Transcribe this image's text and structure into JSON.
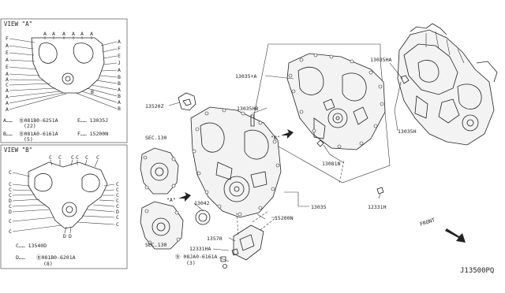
{
  "view_a": {
    "title": "VIEW \"A\"",
    "top_letters": [
      "A",
      "A",
      "A",
      "A",
      "A",
      "A"
    ],
    "left_letters": [
      "F",
      "A",
      "E",
      "A",
      "E",
      "A",
      "A",
      "C",
      "A",
      "A",
      "A",
      "A"
    ],
    "right_letters": [
      "A",
      "F",
      "E",
      "J",
      "A",
      "B",
      "B",
      "A",
      "B",
      "A",
      "B"
    ],
    "legend": {
      "a": "A……",
      "a_part": "Ⓑ081B0-6251A",
      "a_qty": "(22)",
      "b": "B……",
      "b_part": "Ⓑ081A0-6161A",
      "b_qty": "(5)",
      "e": "E…… 13035J",
      "f": "F…… 15200N"
    }
  },
  "view_b": {
    "title": "VIEW \"B\"",
    "top_letters": [
      "C",
      "C",
      "C",
      "C",
      "C",
      "C"
    ],
    "left_letters": [
      "C",
      "C",
      "C",
      "C",
      "D",
      "C",
      "D",
      "C",
      "C"
    ],
    "right_letters": [
      "C",
      "C",
      "C",
      "C",
      "C",
      "D",
      "C",
      "C"
    ],
    "bottom_letters": [
      "D",
      "D"
    ],
    "legend": {
      "c": "C…… 13540D",
      "d": "D……",
      "d_part": "Ⓑ081B0-6201A",
      "d_qty": "(8)"
    }
  },
  "labels": {
    "p13035ha": "13035HA",
    "p13035a": "13035+A",
    "p13035hb": "13035HB",
    "p13520z": "13520Z",
    "sec130_top": "SEC.130",
    "p13035h": "13035H",
    "view_b_marker": "\"B\"",
    "p13081n": "13081N",
    "view_a_marker": "\"A\"",
    "p13042": "13042",
    "p13035": "13035",
    "p12331h": "12331H",
    "p15200n": "15200N",
    "sec130_bottom": "SEC.130",
    "p13570": "13570",
    "p12331ha": "12331HA",
    "bolt": "Ⓑ 08JA0-6161A",
    "bolt_qty": "(3)",
    "front": "FRONT",
    "diagram_code": "J13500PQ"
  }
}
